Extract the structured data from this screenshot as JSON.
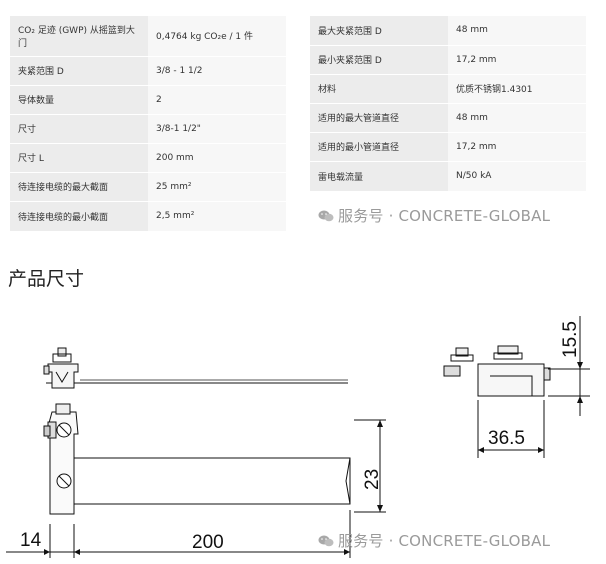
{
  "left_table": [
    {
      "label": "CO₂ 足迹 (GWP) 从摇篮到大门",
      "value": "0,4764 kg CO₂e / 1 件"
    },
    {
      "label": "夹紧范围 D",
      "value": "3/8 - 1 1/2"
    },
    {
      "label": "导体数量",
      "value": "2"
    },
    {
      "label": "尺寸",
      "value": "3/8-1 1/2\""
    },
    {
      "label": "尺寸 L",
      "value": "200 mm"
    },
    {
      "label": "待连接电缆的最大截面",
      "value": "25 mm²"
    },
    {
      "label": "待连接电缆的最小截面",
      "value": "2,5 mm²"
    }
  ],
  "right_table": [
    {
      "label": "最大夹紧范围 D",
      "value": "48 mm"
    },
    {
      "label": "最小夹紧范围 D",
      "value": "17,2 mm"
    },
    {
      "label": "材料",
      "value": "优质不锈钢1.4301"
    },
    {
      "label": "适用的最大管道直径",
      "value": "48 mm"
    },
    {
      "label": "适用的最小管道直径",
      "value": "17,2 mm"
    },
    {
      "label": "雷电载流量",
      "value": "N/50 kA"
    }
  ],
  "watermark": "服务号 · CONCRETE-GLOBAL",
  "section_title": "产品尺寸",
  "dimensions": {
    "d14": "14",
    "d200": "200",
    "d23": "23",
    "d36": "36.5",
    "d15": "15.5"
  }
}
